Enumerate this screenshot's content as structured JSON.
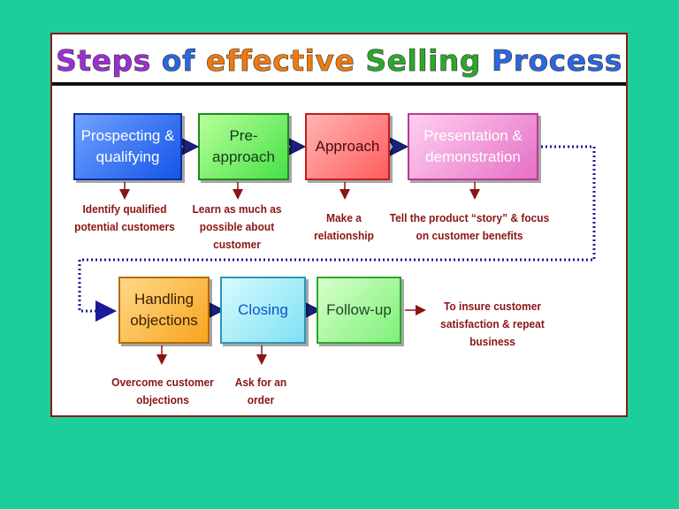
{
  "title": {
    "steps": "Steps",
    "of": "of",
    "effective": "effective",
    "selling": "Selling",
    "process": "Process"
  },
  "steps": [
    {
      "label": "Prospecting & qualifying",
      "caption": "Identify qualified potential customers"
    },
    {
      "label": "Pre- approach",
      "caption": "Learn as much as possible about customer"
    },
    {
      "label": "Approach",
      "caption": "Make a relationship"
    },
    {
      "label": "Presentation & demonstration",
      "caption": "Tell the product “story” & focus on customer benefits"
    },
    {
      "label": "Handling objections",
      "caption": "Overcome customer objections"
    },
    {
      "label": "Closing",
      "caption": "Ask for an order"
    },
    {
      "label": "Follow-up",
      "caption": "To insure customer satisfaction & repeat business"
    }
  ],
  "colors": {
    "background": "#1ccf9a",
    "caption": "#8a1515",
    "connector": "#1a1a9c",
    "chevron": "#1a2280"
  }
}
